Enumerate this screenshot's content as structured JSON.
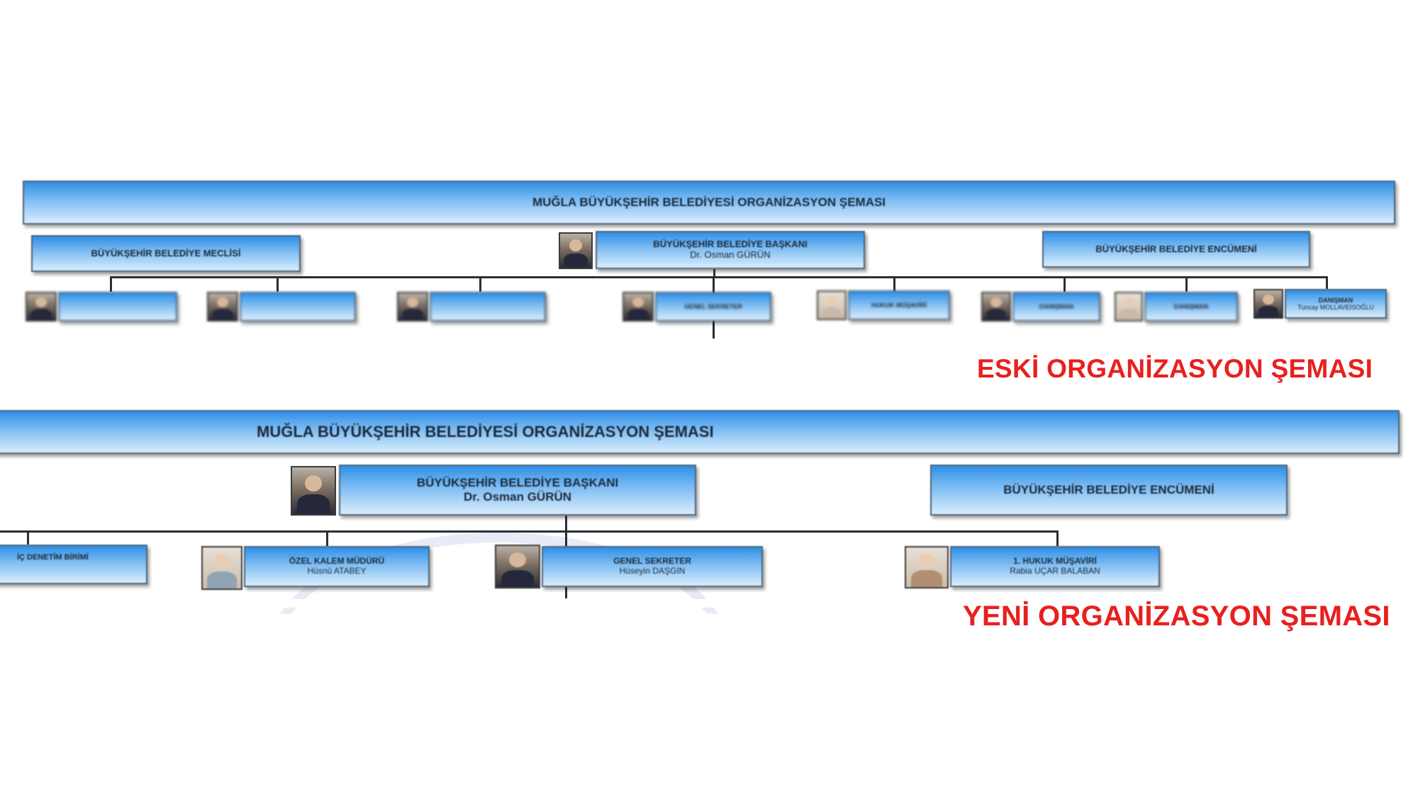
{
  "old_chart": {
    "caption": "ESKİ ORGANİZASYON ŞEMASI",
    "header": "MUĞLA BÜYÜKŞEHİR BELEDİYESİ ORGANİZASYON ŞEMASI",
    "council": "BÜYÜKŞEHİR BELEDİYE MECLİSİ",
    "mayor": {
      "title": "BÜYÜKŞEHİR BELEDİYE BAŞKANI",
      "name": "Dr. Osman GÜRÜN"
    },
    "committee": "BÜYÜKŞEHİR BELEDİYE ENCÜMENİ",
    "units": [
      {
        "title": "",
        "name": ""
      },
      {
        "title": "",
        "name": ""
      },
      {
        "title": "",
        "name": ""
      },
      {
        "title": "GENEL SEKRETER",
        "name": ""
      },
      {
        "title": "HUKUK MÜŞAVİRİ",
        "name": ""
      },
      {
        "title": "DANIŞMAN",
        "name": ""
      },
      {
        "title": "DANIŞMAN",
        "name": ""
      },
      {
        "title": "DANIŞMAN",
        "name": "Tuncay MOLLAVEİSOĞLU"
      }
    ]
  },
  "new_chart": {
    "caption": "YENİ ORGANİZASYON ŞEMASI",
    "header": "MUĞLA BÜYÜKŞEHİR BELEDİYESİ ORGANİZASYON ŞEMASI",
    "mayor": {
      "title": "BÜYÜKŞEHİR BELEDİYE BAŞKANI",
      "name": "Dr. Osman GÜRÜN"
    },
    "committee": "BÜYÜKŞEHİR BELEDİYE ENCÜMENİ",
    "units": [
      {
        "title": "İÇ DENETİM BİRİMİ",
        "name": ""
      },
      {
        "title": "ÖZEL KALEM MÜDÜRÜ",
        "name": "Hüsnü ATABEY"
      },
      {
        "title": "GENEL SEKRETER",
        "name": "Hüseyin DAŞGIN"
      },
      {
        "title": "1. HUKUK MÜŞAVİRİ",
        "name": "Rabia UÇAR BALABAN"
      }
    ]
  }
}
